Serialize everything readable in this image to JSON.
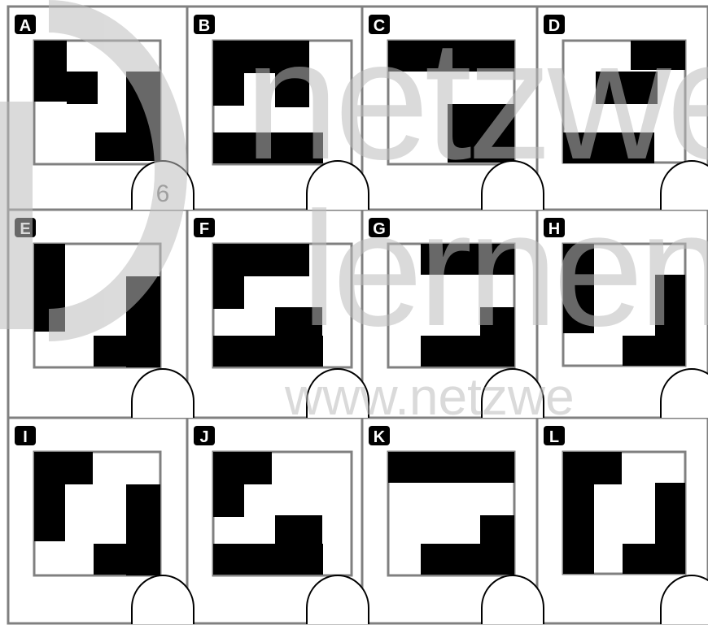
{
  "puzzle": {
    "colors": {
      "background": "#ffffff",
      "block": "#000000",
      "frame": "#808080",
      "label_bg": "#000000",
      "label_text": "#ffffff",
      "watermark": "#bdbdbd"
    },
    "row_letters": [
      [
        "A",
        "B",
        "C",
        "D"
      ],
      [
        "E",
        "F",
        "G",
        "H"
      ],
      [
        "I",
        "J",
        "K",
        "L"
      ]
    ],
    "arch_number": "6",
    "cells": [
      {
        "label": "A",
        "arch_number": "6"
      },
      {
        "label": "B"
      },
      {
        "label": "C"
      },
      {
        "label": "D"
      },
      {
        "label": "E"
      },
      {
        "label": "F"
      },
      {
        "label": "G"
      },
      {
        "label": "H"
      },
      {
        "label": "I"
      },
      {
        "label": "J"
      },
      {
        "label": "K"
      },
      {
        "label": "L"
      }
    ]
  },
  "watermark": {
    "brand": "netzwerk lernen",
    "url": "www.netzwe"
  }
}
